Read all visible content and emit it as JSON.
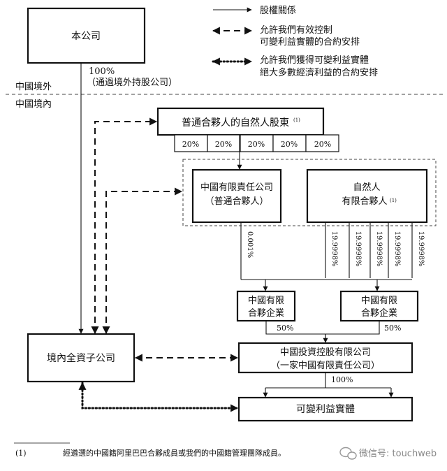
{
  "legend": {
    "ownership": "股權關係",
    "control_line1": "允許我們有效控制",
    "control_line2": "可變利益實體的合約安排",
    "economic_line1": "允許我們獲得可變利益實體",
    "economic_line2": "絕大多數經濟利益的合約安排"
  },
  "regions": {
    "outside": "中國境外",
    "inside": "中國境內"
  },
  "entities": {
    "company": "本公司",
    "company_pct": "100%",
    "company_pct_note": "（通過境外持股公司）",
    "gp_shareholders": "普通合夥人的自然人股東",
    "gp_shareholders_sup": "(1)",
    "gp_co_line1": "中國有限責任公司",
    "gp_co_line2": "（普通合夥人）",
    "lp_line1": "自然人",
    "lp_line2": "有限合夥人",
    "lp_sup": "(1)",
    "lp_a_line1": "中國有限",
    "lp_a_line2": "合夥企業",
    "lp_b_line1": "中國有限",
    "lp_b_line2": "合夥企業",
    "holdco_line1": "中國投資控股有限公司",
    "holdco_line2": "（一家中國有限責任公司）",
    "wfoe": "境內全資子公司",
    "vie": "可變利益實體"
  },
  "percentages": {
    "shareholders": [
      "20%",
      "20%",
      "20%",
      "20%",
      "20%"
    ],
    "gp_stake": "0.001%",
    "lp_stakes": [
      "19.9998%",
      "19.9998%",
      "19.9998%",
      "19.9998%",
      "19.9998%"
    ],
    "lp_a_to_holdco": "50%",
    "lp_b_to_holdco": "50%",
    "holdco_to_vie": "100%"
  },
  "footnote": {
    "marker": "(1)",
    "text": "經遴選的中國籍阿里巴巴合夥成員或我們的中國籍管理團隊成員。"
  },
  "watermark": {
    "text": "微信号: touchweb",
    "icon": "wechat-icon"
  }
}
